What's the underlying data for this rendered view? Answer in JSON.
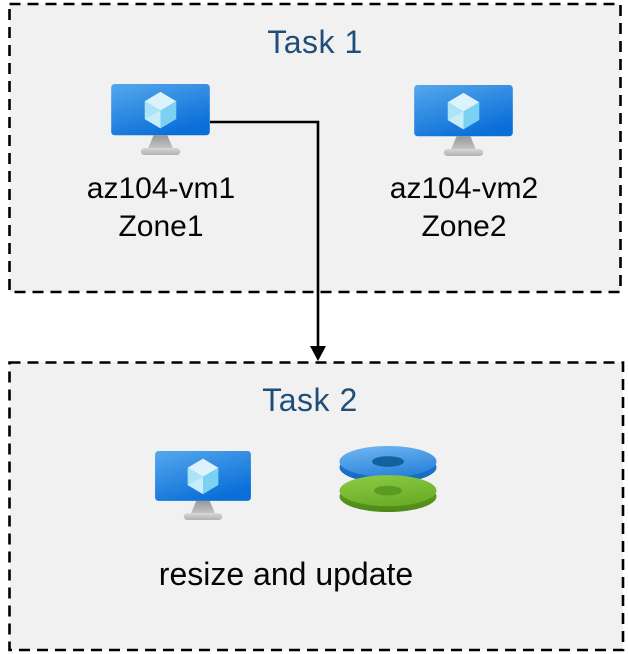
{
  "canvas": {
    "background": "#ffffff",
    "box_fill": "#f1f1f1",
    "box_border_color": "#000000"
  },
  "task1": {
    "title": "Task 1",
    "vms": [
      {
        "name": "az104-vm1",
        "zone": "Zone1"
      },
      {
        "name": "az104-vm2",
        "zone": "Zone2"
      }
    ]
  },
  "task2": {
    "title": "Task 2",
    "caption": "resize and update"
  },
  "connector": {
    "type": "elbow-arrow",
    "from": "az104-vm1",
    "to": "Task 2"
  },
  "colors": {
    "title_text": "#1f4e79",
    "label_text": "#050505",
    "vm_screen_top": "#4fa3ea",
    "vm_screen_bottom": "#0b70d8",
    "vm_cube_light": "#ddf3fc",
    "disk_blue": "#2e85dc",
    "disk_blue_hole": "#11629f",
    "disk_green": "#6db02a",
    "disk_green_hole": "#5a9b21",
    "arrow": "#000000"
  },
  "icons": {
    "vm": "azure-virtual-machine-icon",
    "disks": "azure-managed-disks-icon",
    "arrow": "down-arrow-connector-icon"
  }
}
